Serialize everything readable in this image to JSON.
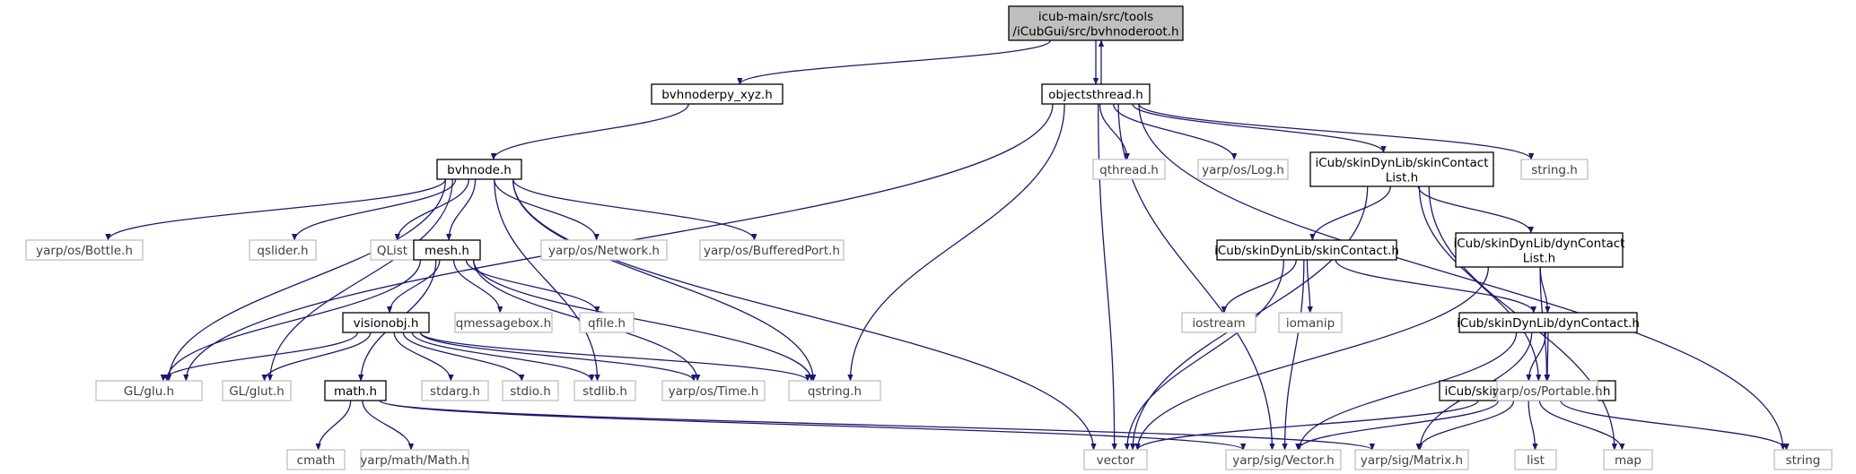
{
  "graph": {
    "edge_color": "#191970",
    "main_node_fill": "#bfbfbf",
    "external_node_border": "#bfbfbf",
    "nodes": [
      {
        "id": "root",
        "lines": [
          "icub-main/src/tools",
          "/iCubGui/src/bvhnoderoot.h"
        ],
        "kind": "main"
      },
      {
        "id": "bvhnoderpy",
        "lines": [
          "bvhnoderpy_xyz.h"
        ],
        "kind": "proj"
      },
      {
        "id": "objectsthread",
        "lines": [
          "objectsthread.h"
        ],
        "kind": "proj"
      },
      {
        "id": "bvhnode",
        "lines": [
          "bvhnode.h"
        ],
        "kind": "proj"
      },
      {
        "id": "qthread",
        "lines": [
          "qthread.h"
        ],
        "kind": "ext"
      },
      {
        "id": "yarplog",
        "lines": [
          "yarp/os/Log.h"
        ],
        "kind": "ext"
      },
      {
        "id": "skincontactlist",
        "lines": [
          "iCub/skinDynLib/skinContact",
          "List.h"
        ],
        "kind": "proj"
      },
      {
        "id": "stringh",
        "lines": [
          "string.h"
        ],
        "kind": "ext"
      },
      {
        "id": "bottle",
        "lines": [
          "yarp/os/Bottle.h"
        ],
        "kind": "ext"
      },
      {
        "id": "qslider",
        "lines": [
          "qslider.h"
        ],
        "kind": "ext"
      },
      {
        "id": "qlist",
        "lines": [
          "QList"
        ],
        "kind": "ext"
      },
      {
        "id": "mesh",
        "lines": [
          "mesh.h"
        ],
        "kind": "proj"
      },
      {
        "id": "network",
        "lines": [
          "yarp/os/Network.h"
        ],
        "kind": "ext"
      },
      {
        "id": "bufferedport",
        "lines": [
          "yarp/os/BufferedPort.h"
        ],
        "kind": "ext"
      },
      {
        "id": "skincontact",
        "lines": [
          "iCub/skinDynLib/skinContact.h"
        ],
        "kind": "proj"
      },
      {
        "id": "dyncontactlist",
        "lines": [
          "iCub/skinDynLib/dynContact",
          "List.h"
        ],
        "kind": "proj"
      },
      {
        "id": "visionobj",
        "lines": [
          "visionobj.h"
        ],
        "kind": "proj"
      },
      {
        "id": "qmessagebox",
        "lines": [
          "qmessagebox.h"
        ],
        "kind": "ext"
      },
      {
        "id": "qfile",
        "lines": [
          "qfile.h"
        ],
        "kind": "ext"
      },
      {
        "id": "iostream",
        "lines": [
          "iostream"
        ],
        "kind": "ext"
      },
      {
        "id": "iomanip",
        "lines": [
          "iomanip"
        ],
        "kind": "ext"
      },
      {
        "id": "dyncontact",
        "lines": [
          "iCub/skinDynLib/dynContact.h"
        ],
        "kind": "proj"
      },
      {
        "id": "glu",
        "lines": [
          "GL/glu.h"
        ],
        "kind": "ext"
      },
      {
        "id": "glut",
        "lines": [
          "GL/glut.h"
        ],
        "kind": "ext"
      },
      {
        "id": "math",
        "lines": [
          "math.h"
        ],
        "kind": "proj"
      },
      {
        "id": "stdarg",
        "lines": [
          "stdarg.h"
        ],
        "kind": "ext"
      },
      {
        "id": "stdio",
        "lines": [
          "stdio.h"
        ],
        "kind": "ext"
      },
      {
        "id": "stdlib",
        "lines": [
          "stdlib.h"
        ],
        "kind": "ext"
      },
      {
        "id": "yarptime",
        "lines": [
          "yarp/os/Time.h"
        ],
        "kind": "ext"
      },
      {
        "id": "qstring",
        "lines": [
          "qstring.h"
        ],
        "kind": "ext"
      },
      {
        "id": "common",
        "lines": [
          "iCub/skinDynLib/common.h"
        ],
        "kind": "proj"
      },
      {
        "id": "portable",
        "lines": [
          "yarp/os/Portable.h"
        ],
        "kind": "ext"
      },
      {
        "id": "cmath",
        "lines": [
          "cmath"
        ],
        "kind": "ext"
      },
      {
        "id": "yarpmath",
        "lines": [
          "yarp/math/Math.h"
        ],
        "kind": "ext"
      },
      {
        "id": "vector",
        "lines": [
          "vector"
        ],
        "kind": "ext"
      },
      {
        "id": "sigvector",
        "lines": [
          "yarp/sig/Vector.h"
        ],
        "kind": "ext"
      },
      {
        "id": "sigmatrix",
        "lines": [
          "yarp/sig/Matrix.h"
        ],
        "kind": "ext"
      },
      {
        "id": "list",
        "lines": [
          "list"
        ],
        "kind": "ext"
      },
      {
        "id": "map",
        "lines": [
          "map"
        ],
        "kind": "ext"
      },
      {
        "id": "string",
        "lines": [
          "string"
        ],
        "kind": "ext"
      }
    ],
    "edges": [
      [
        "root",
        "bvhnoderpy"
      ],
      [
        "root",
        "objectsthread"
      ],
      [
        "objectsthread",
        "root"
      ],
      [
        "bvhnoderpy",
        "bvhnode"
      ],
      [
        "objectsthread",
        "glu"
      ],
      [
        "objectsthread",
        "qstring"
      ],
      [
        "objectsthread",
        "vector"
      ],
      [
        "objectsthread",
        "sigvector"
      ],
      [
        "objectsthread",
        "qthread"
      ],
      [
        "objectsthread",
        "yarplog"
      ],
      [
        "objectsthread",
        "skincontactlist"
      ],
      [
        "objectsthread",
        "stringh"
      ],
      [
        "objectsthread",
        "string"
      ],
      [
        "bvhnode",
        "bottle"
      ],
      [
        "bvhnode",
        "qslider"
      ],
      [
        "bvhnode",
        "qlist"
      ],
      [
        "bvhnode",
        "mesh"
      ],
      [
        "bvhnode",
        "network"
      ],
      [
        "bvhnode",
        "bufferedport"
      ],
      [
        "bvhnode",
        "glu"
      ],
      [
        "bvhnode",
        "glut"
      ],
      [
        "bvhnode",
        "stdlib"
      ],
      [
        "bvhnode",
        "qstring"
      ],
      [
        "bvhnode",
        "vector"
      ],
      [
        "mesh",
        "glu"
      ],
      [
        "mesh",
        "visionobj"
      ],
      [
        "mesh",
        "math"
      ],
      [
        "mesh",
        "qmessagebox"
      ],
      [
        "mesh",
        "qfile"
      ],
      [
        "mesh",
        "yarptime"
      ],
      [
        "mesh",
        "qstring"
      ],
      [
        "visionobj",
        "glu"
      ],
      [
        "visionobj",
        "glut"
      ],
      [
        "visionobj",
        "stdarg"
      ],
      [
        "visionobj",
        "stdio"
      ],
      [
        "visionobj",
        "stdlib"
      ],
      [
        "visionobj",
        "yarptime"
      ],
      [
        "visionobj",
        "qstring"
      ],
      [
        "math",
        "cmath"
      ],
      [
        "math",
        "yarpmath"
      ],
      [
        "math",
        "sigvector"
      ],
      [
        "math",
        "sigmatrix"
      ],
      [
        "skincontactlist",
        "skincontact"
      ],
      [
        "skincontactlist",
        "dyncontactlist"
      ],
      [
        "skincontactlist",
        "vector"
      ],
      [
        "skincontactlist",
        "portable"
      ],
      [
        "skincontactlist",
        "map"
      ],
      [
        "skincontact",
        "iostream"
      ],
      [
        "skincontact",
        "iomanip"
      ],
      [
        "skincontact",
        "dyncontact"
      ],
      [
        "skincontact",
        "vector"
      ],
      [
        "skincontact",
        "sigvector"
      ],
      [
        "dyncontactlist",
        "dyncontact"
      ],
      [
        "dyncontactlist",
        "vector"
      ],
      [
        "dyncontactlist",
        "portable"
      ],
      [
        "dyncontact",
        "common"
      ],
      [
        "dyncontact",
        "portable"
      ],
      [
        "dyncontact",
        "sigvector"
      ],
      [
        "dyncontact",
        "sigmatrix"
      ],
      [
        "common",
        "vector"
      ],
      [
        "common",
        "sigvector"
      ],
      [
        "common",
        "sigmatrix"
      ],
      [
        "common",
        "list"
      ],
      [
        "common",
        "map"
      ],
      [
        "common",
        "string"
      ]
    ]
  }
}
